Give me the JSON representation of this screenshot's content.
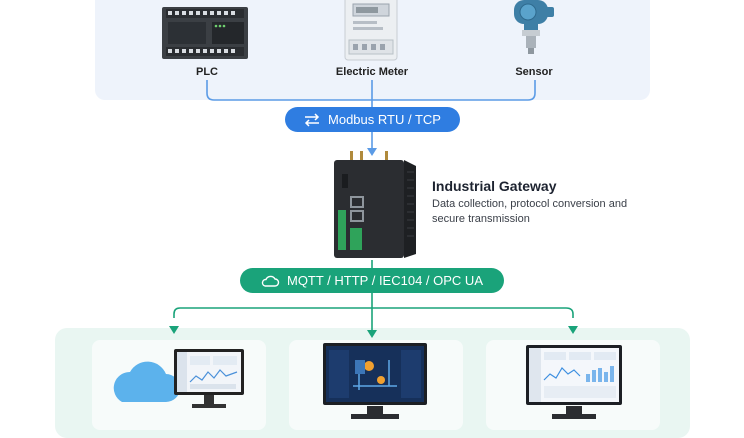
{
  "devices": [
    {
      "label": "PLC",
      "icon": "plc-icon"
    },
    {
      "label": "Electric Meter",
      "icon": "electric-meter-icon"
    },
    {
      "label": "Sensor",
      "icon": "pressure-sensor-icon"
    }
  ],
  "field_protocol": {
    "label": "Modbus RTU / TCP",
    "icon": "swap-arrows-icon",
    "color": "#2f7de1"
  },
  "gateway": {
    "title": "Industrial Gateway",
    "description": "Data collection, protocol conversion and secure transmission",
    "icon": "industrial-gateway-icon"
  },
  "uplink_protocol": {
    "label": "MQTT / HTTP / IEC104 / OPC UA",
    "icon": "cloud-outline-icon",
    "color": "#1aa37a"
  },
  "destinations": [
    {
      "icon": "cloud-platform-monitor-icon"
    },
    {
      "icon": "scada-monitor-icon"
    },
    {
      "icon": "dashboard-monitor-icon"
    }
  ],
  "colors": {
    "blue_line": "#5b9be6",
    "green_line": "#1aa37a"
  }
}
